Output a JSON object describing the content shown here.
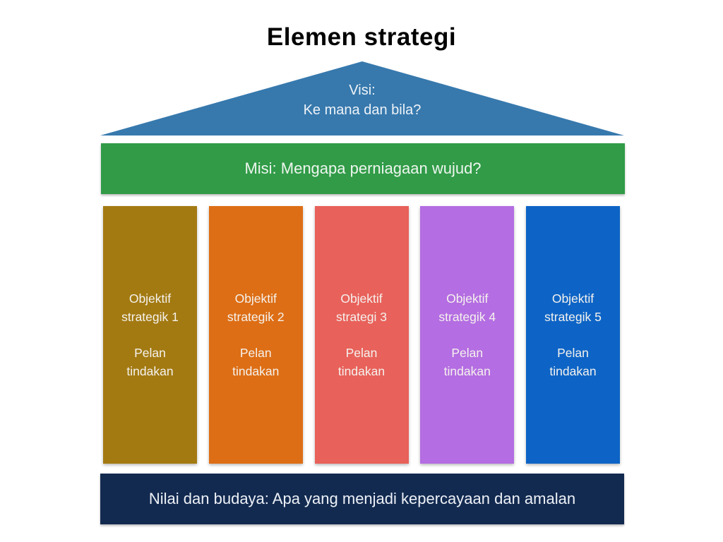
{
  "title": "Elemen strategi",
  "colors": {
    "vision_blue": "#3779ad",
    "mission_green": "#319b47",
    "values_navy": "#132a50",
    "pillar_olive": "#a37a12",
    "pillar_orange": "#dd6e15",
    "pillar_coral": "#e8615a",
    "pillar_purple": "#b46de2",
    "pillar_blue": "#0d64c6"
  },
  "vision": {
    "line1": "Visi:",
    "line2": "Ke mana dan bila?"
  },
  "mission": {
    "label": "Misi: Mengapa perniagaan wujud?"
  },
  "pillars": [
    {
      "objective": "Objektif strategik 1",
      "plan": "Pelan tindakan",
      "color": "#a37a12"
    },
    {
      "objective": "Objektif strategik 2",
      "plan": "Pelan tindakan",
      "color": "#dd6e15"
    },
    {
      "objective": "Objektif strategi 3",
      "plan": "Pelan tindakan",
      "color": "#e8615a"
    },
    {
      "objective": "Objektif strategik 4",
      "plan": "Pelan tindakan",
      "color": "#b46de2"
    },
    {
      "objective": "Objektif strategik 5",
      "plan": "Pelan tindakan",
      "color": "#0d64c6"
    }
  ],
  "values_bar": {
    "label": "Nilai dan budaya: Apa yang menjadi kepercayaan dan amalan"
  }
}
